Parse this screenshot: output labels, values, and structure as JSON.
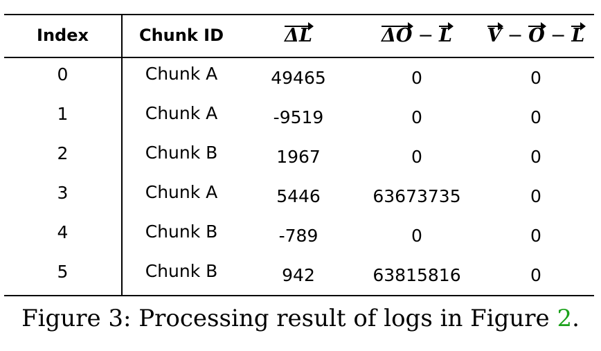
{
  "table": {
    "headers": {
      "index": "Index",
      "chunk_id": "Chunk ID",
      "delta_l": "ΔL",
      "delta_o": "ΔO",
      "l_term": "L",
      "v_term": "V",
      "o_term": "O",
      "l_term2": "L",
      "minus": "−"
    },
    "rows": [
      [
        "0",
        "Chunk A",
        "49465",
        "0",
        "0"
      ],
      [
        "1",
        "Chunk A",
        "-9519",
        "0",
        "0"
      ],
      [
        "2",
        "Chunk B",
        "1967",
        "0",
        "0"
      ],
      [
        "3",
        "Chunk A",
        "5446",
        "63673735",
        "0"
      ],
      [
        "4",
        "Chunk B",
        "-789",
        "0",
        "0"
      ],
      [
        "5",
        "Chunk B",
        "942",
        "63815816",
        "0"
      ]
    ]
  },
  "caption": {
    "text": "Figure 3: Processing result of logs in Figure ",
    "ref": "2",
    "end": "."
  }
}
